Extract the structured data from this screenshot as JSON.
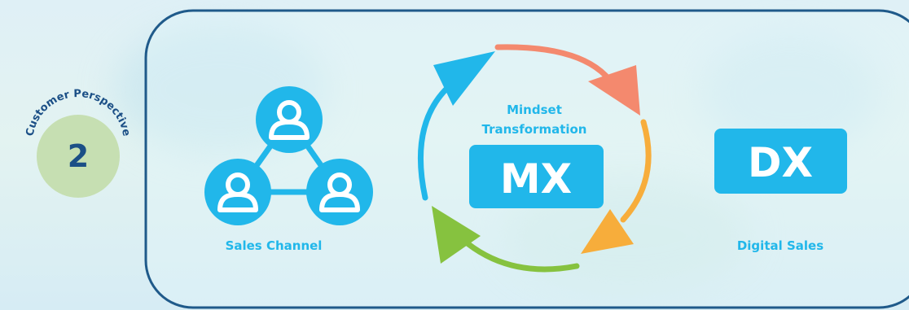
{
  "badge": {
    "arc_text": "Customer Perspective",
    "number": "2"
  },
  "diagram": {
    "sales_channel_label": "Sales Channel",
    "mindset_line1": "Mindset",
    "mindset_line2": "Transformation",
    "mx_label": "MX",
    "dx_label": "DX",
    "digital_sales_label": "Digital Sales"
  },
  "colors": {
    "frame_stroke": "#1f5a8a",
    "badge_fill": "#c6dfb2",
    "badge_text": "#1b4f86",
    "cyan": "#21b7ea",
    "salmon": "#f4896e",
    "orange": "#f7ad3b",
    "green": "#86c23f",
    "box_text": "#ffffff"
  },
  "icons": [
    "person-icon",
    "cycle-arrow-icon"
  ]
}
